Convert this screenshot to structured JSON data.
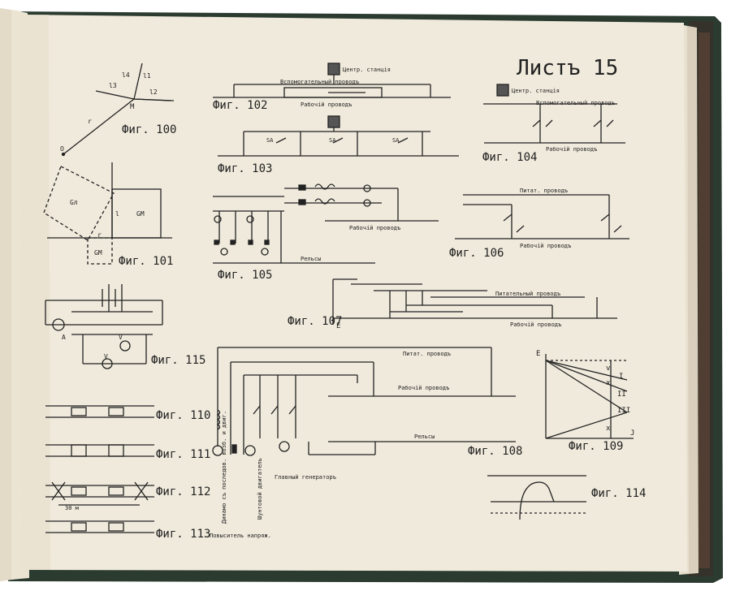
{
  "page": {
    "sheet_title": "Листъ 15",
    "figures": {
      "f100": "Фиг. 100",
      "f101": "Фиг. 101",
      "f102": "Фиг. 102",
      "f103": "Фиг. 103",
      "f104": "Фиг. 104",
      "f105": "Фиг. 105",
      "f106": "Фиг. 106",
      "f107": "Фиг. 107",
      "f108": "Фиг. 108",
      "f109": "Фиг. 109",
      "f110": "Фиг. 110",
      "f111": "Фиг. 111",
      "f112": "Фиг. 112",
      "f113": "Фиг. 113",
      "f114": "Фиг. 114",
      "f115": "Фиг. 115"
    },
    "labels": {
      "central_station_102": "Центр. станція",
      "auxiliary_wire_102": "Вспомогательный проводъ",
      "working_wire_102": "Рабочій проводъ",
      "central_station_104": "Центр. станція",
      "auxiliary_wire_104": "Вспомогательный проводъ",
      "working_wire_104": "Рабочій проводъ",
      "sa1": "SA",
      "sa2": "SA",
      "sa3": "SA",
      "working_wire_105": "Рабочій проводъ",
      "rails_105": "Рельсы",
      "feeder_106": "Питат. проводъ",
      "working_wire_106": "Рабочій проводъ",
      "feeder_107": "Питательный проводъ",
      "working_wire_107": "Рабочій проводъ",
      "e_107": "E",
      "feeder_108": "Питат. проводъ",
      "working_wire_108": "Рабочій проводъ",
      "rails_108": "Рельсы",
      "main_generator": "Главный генераторъ",
      "shunt_motor": "Шунтовой двигатель",
      "dynamo_series": "Динамо съ последов. возб. и двиг.",
      "booster": "Повыситель напряж.",
      "spacing_112": "30 м",
      "e_109": "E",
      "j_109": "J",
      "v_109": "v",
      "x1_109": "x",
      "x2_109": "x",
      "roman1": "I",
      "roman2": "II",
      "roman3": "III",
      "m_100": "M",
      "o_100": "O",
      "r_100": "r",
      "l1_100": "l1",
      "l2_100": "l2",
      "l3_100": "l3",
      "l4_100": "l4",
      "g1_101": "Gл",
      "g2_101": "GM",
      "g3_101": "GM",
      "r_101": "r",
      "l_101": "l",
      "a_115": "A",
      "v_115": "V",
      "v2_115": "V"
    }
  }
}
